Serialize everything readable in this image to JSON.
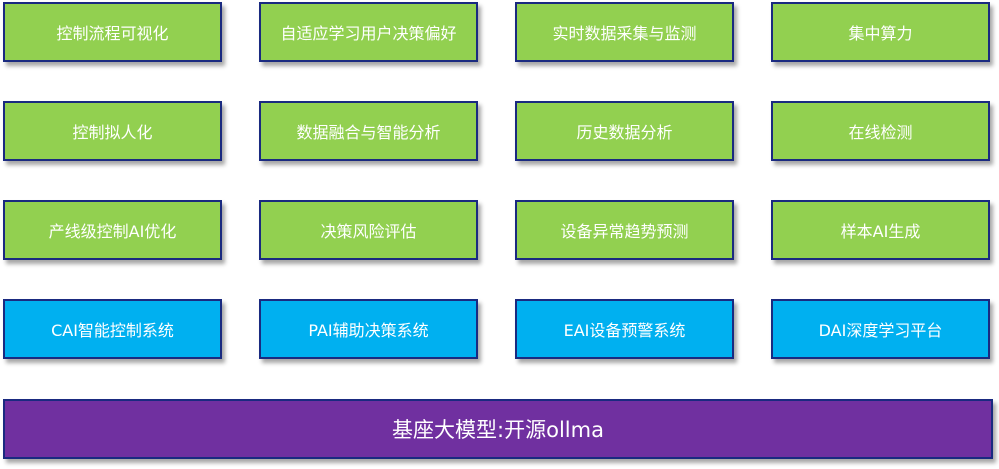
{
  "rows": [
    [
      "控制流程可视化",
      "自适应学习用户决策偏好",
      "实时数据采集与监测",
      "集中算力"
    ],
    [
      "控制拟人化",
      "数据融合与智能分析",
      "历史数据分析",
      "在线检测"
    ],
    [
      "产线级控制AI优化",
      "决策风险评估",
      "设备异常趋势预测",
      "样本AI生成"
    ],
    [
      "CAI智能控制系统",
      "PAI辅助决策系统",
      "EAI设备预警系统",
      "DAI深度学习平台"
    ]
  ],
  "base": "基座大模型:开源ollma",
  "colors": {
    "feature": "#92D050",
    "system": "#00B0F0",
    "base": "#7030A0",
    "border": "#1a2a80"
  }
}
